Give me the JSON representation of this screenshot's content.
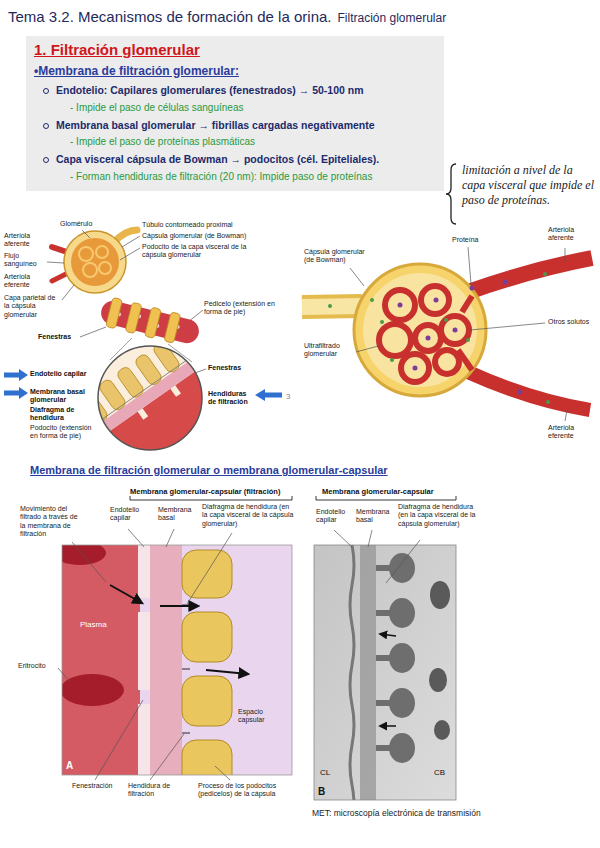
{
  "diagram": {
    "title": "Tema 3.2. Mecanismos de formación de la orina.",
    "caption": "MET: microscopía electrónica de transmisión",
    "nodes": [
      {
        "text": [
          "1. Filtración glomerular",
          "•Membrana de filtración glomerular:",
          "Endotelio: Capilares glomerulares (fenestrados) → 50-100 nm",
          "- Impide el paso de células sanguíneas",
          "Membrana basal glomerular → fibrillas cargadas negativamente",
          "- Impide el paso de proteínas plasmáticas",
          "Capa visceral cápsula de Bowman → podocitos (cél. Epiteliales).",
          "- Forman hendiduras de filtración (20 nm): Impide paso de proteínas"
        ]
      }
    ],
    "labels": [
      "Filtración glomerular",
      "limitación a nivel de la capa visceral que impide el paso de proteínas.",
      "Glomérulo",
      "Arteriola aferente",
      "Flujo sanguíneo",
      "Arteriola eferente",
      "Capa parietal de la cápsula glomerular",
      "Túbulo contorneado proximal",
      "Cápsula glomerular (de Bowman)",
      "Podocito de la capa visceral de la cápsula glomerular",
      "Pedicelo (extensión en forma de pie)",
      "Fenestras",
      "Fenestras",
      "Endotelio capilar",
      "Membrana basal glomerular",
      "Diafragma de hendidura",
      "Podocito (extensión en forma de pie)",
      "Hendiduras de filtración",
      "3",
      "Cápsula glomerular (de Bowman)",
      "Proteína",
      "Arteriola aferente",
      "Otros solutos",
      "Ultrafiltrado glomerular",
      "Arteriola eferente",
      "Membrana de filtración glomerular o membrana glomerular-capsular",
      "Membrana glomerular-capsular (filtración)",
      "Movimiento del filtrado a través de la membrana de filtración",
      "Endotelio capilar",
      "Membrana basal",
      "Diafragma de hendidura (en la capa visceral de la cápsula glomerular)",
      "Plasma",
      "Eritrocito",
      "Espacio capsular",
      "A",
      "Fenestración",
      "Hendidura de filtración",
      "Proceso de los podocitos (pedicelos) de la cápsula",
      "Membrana glomerular-capsular",
      "Endotelio capilar",
      "Membrana basal",
      "Diafragma de hendidura (en la capa visceral de la cápsula glomerular)",
      "CL",
      "CB",
      "B"
    ]
  }
}
